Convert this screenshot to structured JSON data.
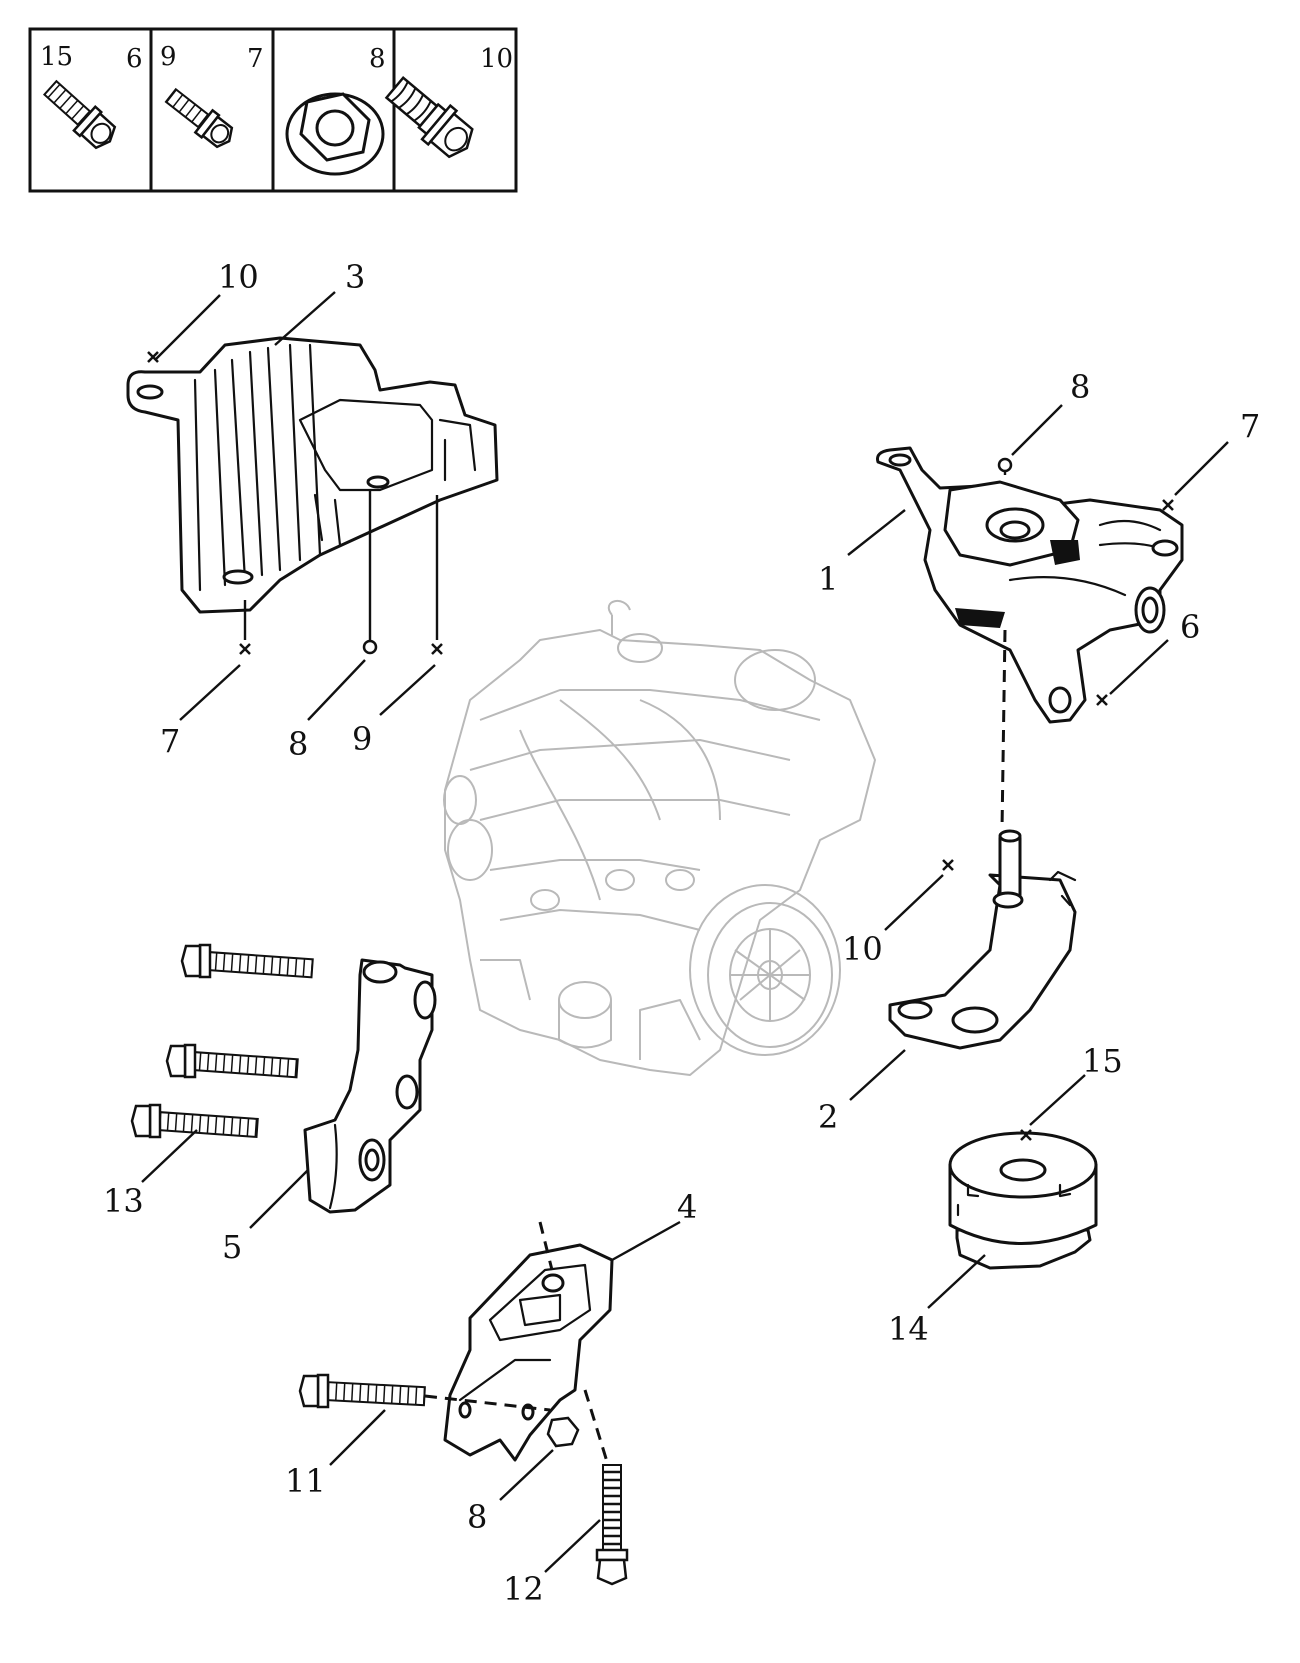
{
  "fastener_key": [
    {
      "left": "15",
      "right": "6",
      "fastener_icon": "bolt-icon"
    },
    {
      "left": "9",
      "right": "7",
      "fastener_icon": "bolt-icon"
    },
    {
      "left": "",
      "right": "8",
      "fastener_icon": "flange-nut-icon"
    },
    {
      "left": "",
      "right": "10",
      "fastener_icon": "shouldered-bolt-icon"
    }
  ],
  "callouts": {
    "c10a": "10",
    "c3": "3",
    "c7a": "7",
    "c8a": "8",
    "c9a": "9",
    "c8b": "8",
    "c7b": "7",
    "c1": "1",
    "c6": "6",
    "c10b": "10",
    "c2": "2",
    "c15": "15",
    "c14": "14",
    "c13": "13",
    "c5": "5",
    "c4": "4",
    "c11": "11",
    "c8c": "8",
    "c12": "12"
  },
  "colors": {
    "line": "#111111",
    "engine_ghost": "#b9b9b9",
    "background": "#ffffff"
  }
}
